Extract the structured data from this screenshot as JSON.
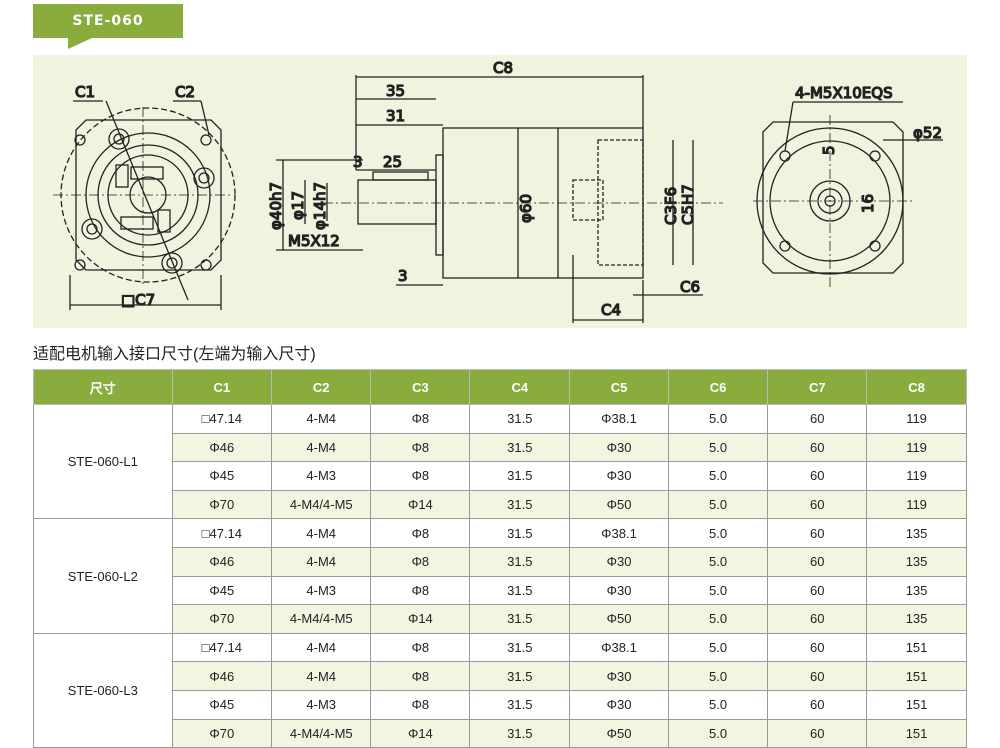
{
  "badge": "STE-060",
  "drawing": {
    "front": {
      "c1": "C1",
      "c2": "C2",
      "c7": "□C7"
    },
    "side": {
      "c8": "C8",
      "d35": "35",
      "d31": "31",
      "d3a": "3",
      "d25": "25",
      "d40": "φ40h7",
      "d17": "φ17",
      "d14": "φ14h7",
      "m5": "M5X12",
      "d3b": "3",
      "d60": "φ60",
      "c3": "C3F6",
      "c5": "C5H7",
      "c6": "C6",
      "c4": "C4"
    },
    "rear": {
      "m5eqs": "4-M5X10EQS",
      "d52": "φ52",
      "d5": "5",
      "d16": "16"
    }
  },
  "caption": "适配电机输入接口尺寸(左端为输入尺寸)",
  "table": {
    "headers": [
      "尺寸",
      "C1",
      "C2",
      "C3",
      "C4",
      "C5",
      "C6",
      "C7",
      "C8"
    ],
    "groups": [
      {
        "model": "STE-060-L1",
        "rows": [
          [
            "□47.14",
            "4-M4",
            "Φ8",
            "31.5",
            "Φ38.1",
            "5.0",
            "60",
            "119"
          ],
          [
            "Φ46",
            "4-M4",
            "Φ8",
            "31.5",
            "Φ30",
            "5.0",
            "60",
            "119"
          ],
          [
            "Φ45",
            "4-M3",
            "Φ8",
            "31.5",
            "Φ30",
            "5.0",
            "60",
            "119"
          ],
          [
            "Φ70",
            "4-M4/4-M5",
            "Φ14",
            "31.5",
            "Φ50",
            "5.0",
            "60",
            "119"
          ]
        ]
      },
      {
        "model": "STE-060-L2",
        "rows": [
          [
            "□47.14",
            "4-M4",
            "Φ8",
            "31.5",
            "Φ38.1",
            "5.0",
            "60",
            "135"
          ],
          [
            "Φ46",
            "4-M4",
            "Φ8",
            "31.5",
            "Φ30",
            "5.0",
            "60",
            "135"
          ],
          [
            "Φ45",
            "4-M3",
            "Φ8",
            "31.5",
            "Φ30",
            "5.0",
            "60",
            "135"
          ],
          [
            "Φ70",
            "4-M4/4-M5",
            "Φ14",
            "31.5",
            "Φ50",
            "5.0",
            "60",
            "135"
          ]
        ]
      },
      {
        "model": "STE-060-L3",
        "rows": [
          [
            "□47.14",
            "4-M4",
            "Φ8",
            "31.5",
            "Φ38.1",
            "5.0",
            "60",
            "151"
          ],
          [
            "Φ46",
            "4-M4",
            "Φ8",
            "31.5",
            "Φ30",
            "5.0",
            "60",
            "151"
          ],
          [
            "Φ45",
            "4-M3",
            "Φ8",
            "31.5",
            "Φ30",
            "5.0",
            "60",
            "151"
          ],
          [
            "Φ70",
            "4-M4/4-M5",
            "Φ14",
            "31.5",
            "Φ50",
            "5.0",
            "60",
            "151"
          ]
        ]
      }
    ]
  }
}
